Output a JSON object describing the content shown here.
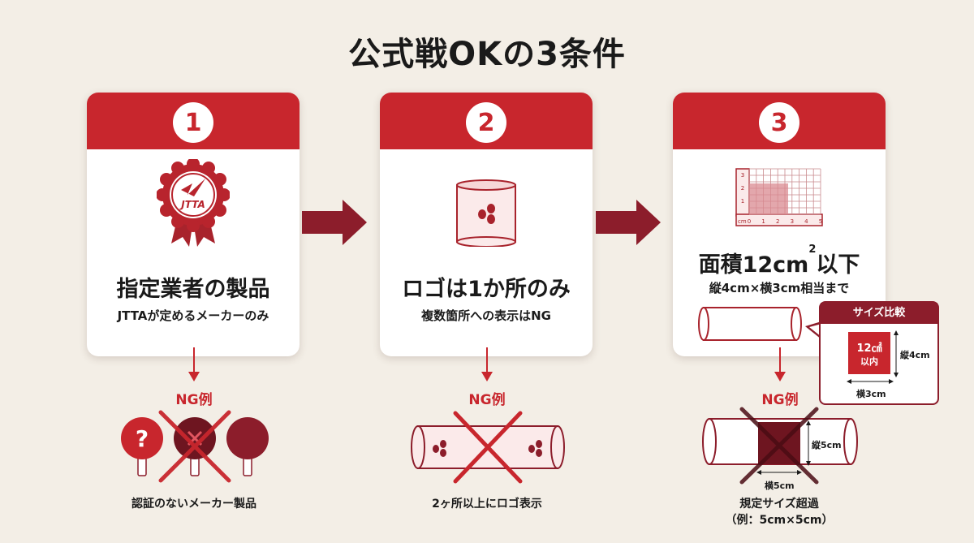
{
  "title": "公式戦OKの3条件",
  "colors": {
    "red": "#c8262d",
    "dark_red": "#8c1d2b",
    "background": "#f3eee6"
  },
  "steps": [
    {
      "number": "1",
      "title": "指定業者の製品",
      "subtitle": "JTTAが定めるメーカーのみ",
      "icon": "jtta-badge-icon",
      "badge_text": "JTTA"
    },
    {
      "number": "2",
      "title": "ロゴは1か所のみ",
      "subtitle": "複数箇所への表示はNG",
      "icon": "cylinder-logo-icon"
    },
    {
      "number": "3",
      "title_main": "面積12cm",
      "title_sup": "2",
      "title_end": "以下",
      "subtitle": "縦4cm×横3cm相当まで",
      "icon": "grid-ruler-icon",
      "ruler": {
        "unit": "cm",
        "x_ticks": [
          "0",
          "1",
          "2",
          "3",
          "4",
          "5"
        ],
        "y_ticks": [
          "1",
          "2",
          "3"
        ]
      }
    }
  ],
  "ng": [
    {
      "label": "NG例",
      "caption": "認証のないメーカー製品",
      "question_mark": "?"
    },
    {
      "label": "NG例",
      "caption": "2ヶ所以上にロゴ表示"
    },
    {
      "label": "NG例",
      "caption_line1": "規定サイズ超過",
      "caption_line2": "（例：5cm×5cm）",
      "width_label": "横5cm",
      "height_label": "縦5cm"
    }
  ],
  "size_compare": {
    "title": "サイズ比較",
    "area_label": "12㎠",
    "within_label": "以内",
    "height_label": "縦4cm",
    "width_label": "横3cm"
  }
}
